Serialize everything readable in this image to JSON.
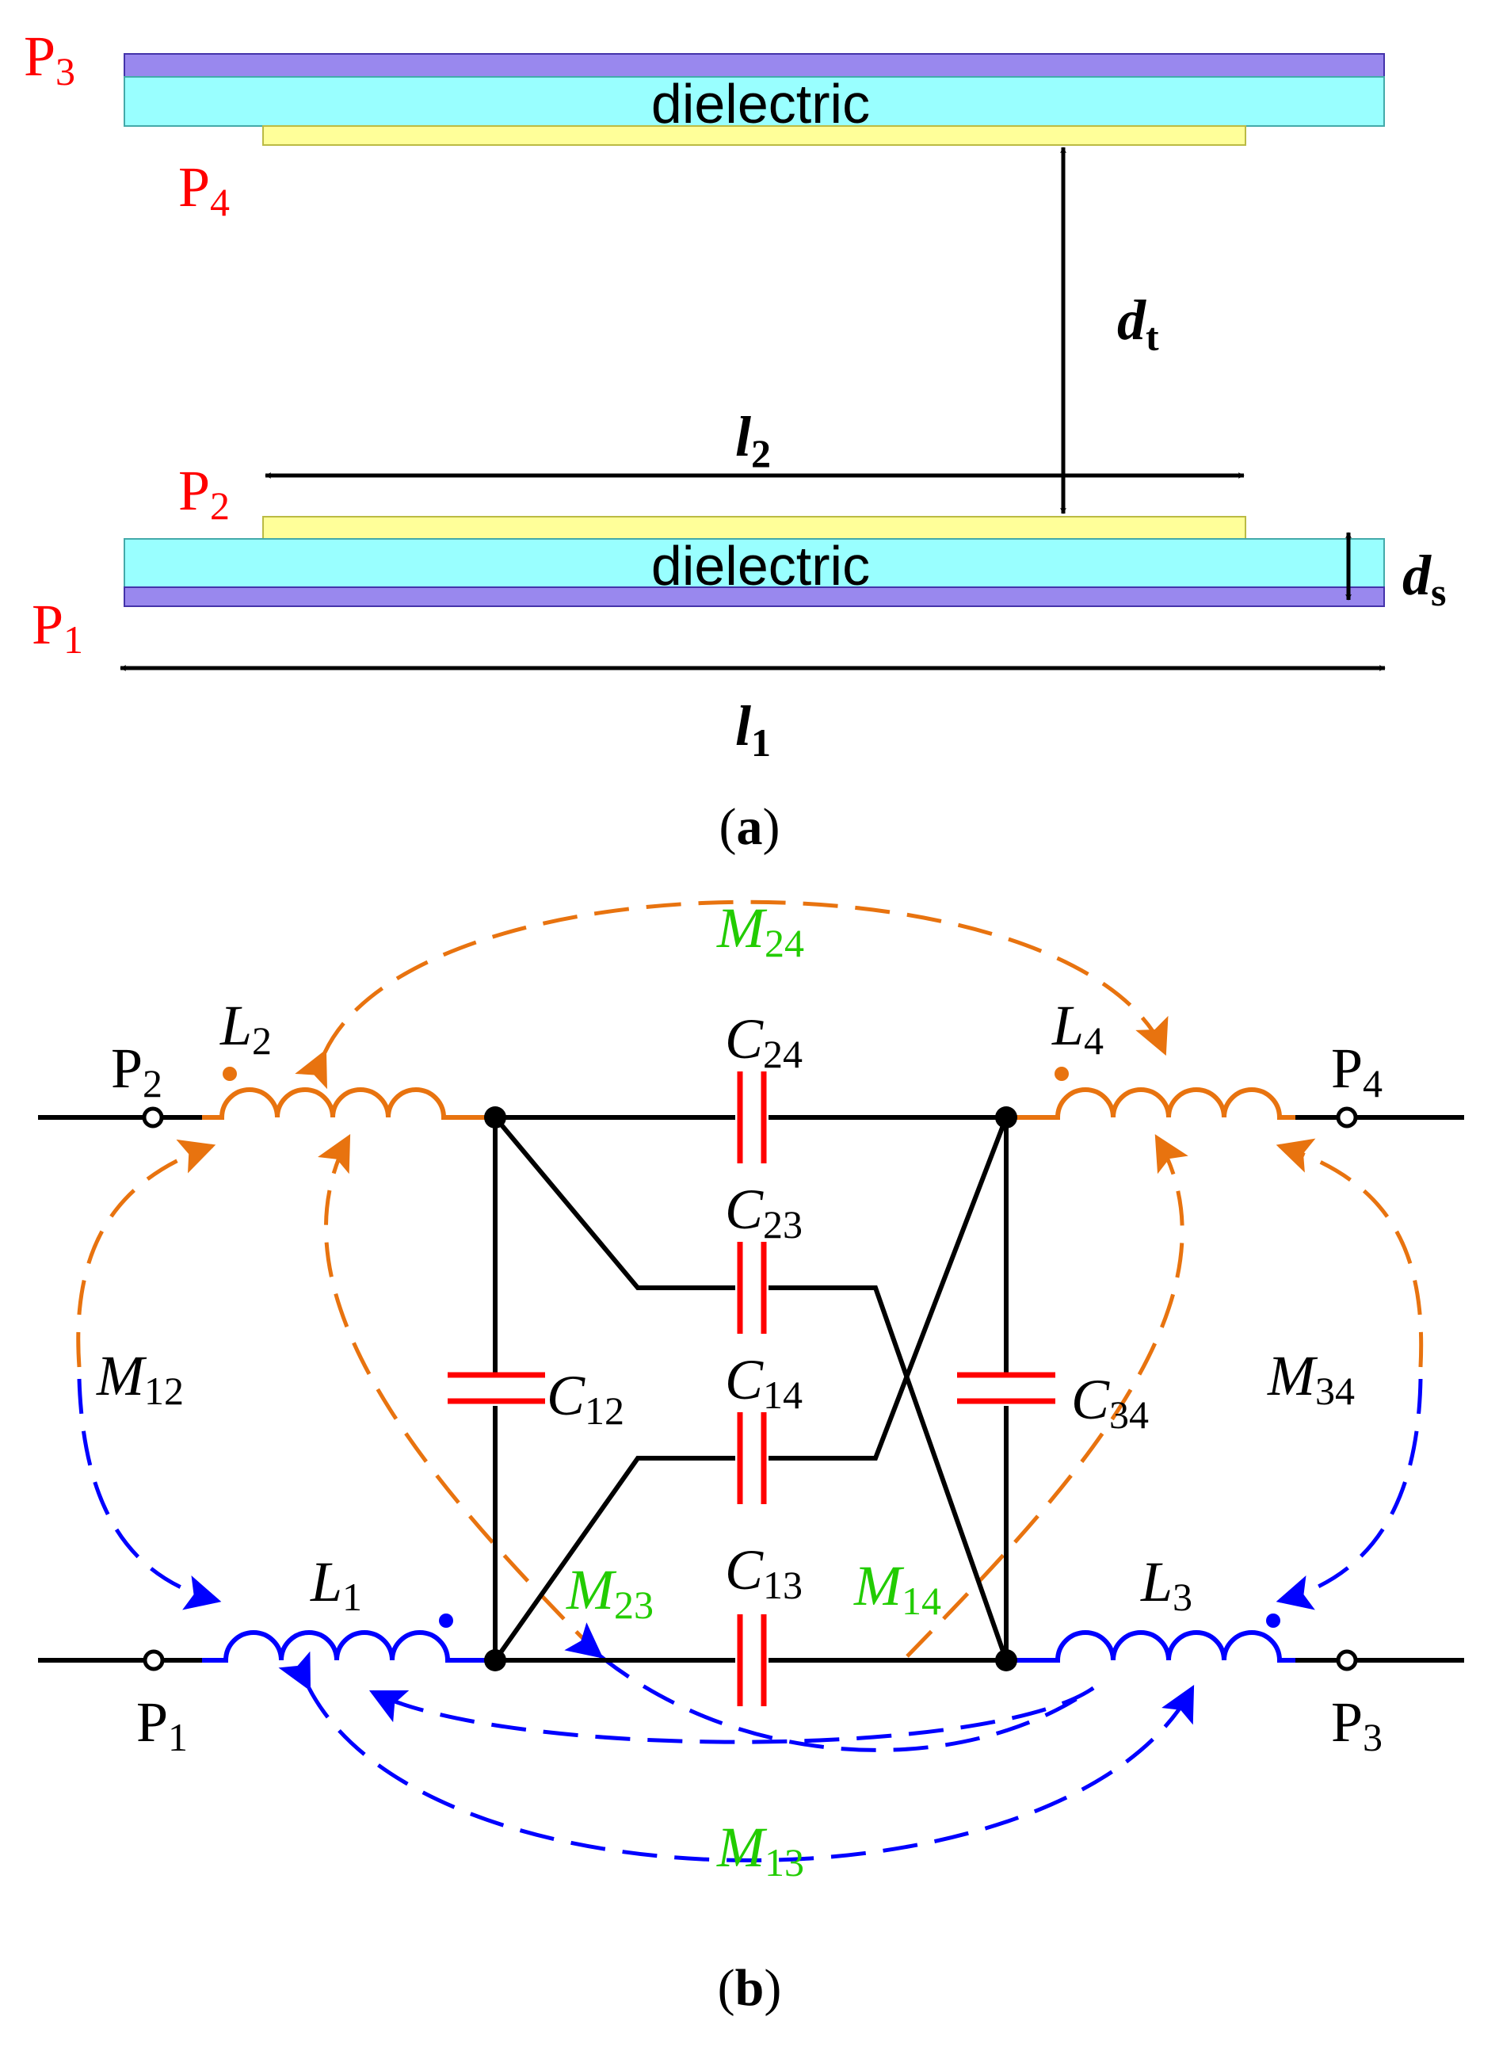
{
  "colors": {
    "port_top": "#ff0000",
    "metal_top": "#9988ee",
    "dielectric": "#99ffff",
    "metal_inner": "#ffff99",
    "wire": "#000000",
    "cap": "#ff0000",
    "orange": "#e8730f",
    "blue": "#0000ff",
    "green": "#22cc00"
  },
  "panel_a": {
    "dielectric_label": "dielectric",
    "ports": {
      "p3": {
        "main": "P",
        "sub": "3"
      },
      "p4": {
        "main": "P",
        "sub": "4"
      },
      "p2": {
        "main": "P",
        "sub": "2"
      },
      "p1": {
        "main": "P",
        "sub": "1"
      }
    },
    "dim_dt": {
      "main": "d",
      "sub": "t"
    },
    "dim_ds": {
      "main": "d",
      "sub": "s"
    },
    "dim_l1": {
      "main": "l",
      "sub": "1"
    },
    "dim_l2": {
      "main": "l",
      "sub": "2"
    },
    "caption": {
      "open": "(",
      "letter": "a",
      "close": ")"
    }
  },
  "panel_b": {
    "ports": {
      "p1": {
        "main": "P",
        "sub": "1"
      },
      "p2": {
        "main": "P",
        "sub": "2"
      },
      "p3": {
        "main": "P",
        "sub": "3"
      },
      "p4": {
        "main": "P",
        "sub": "4"
      }
    },
    "inductors": {
      "l1": {
        "main": "L",
        "sub": "1"
      },
      "l2": {
        "main": "L",
        "sub": "2"
      },
      "l3": {
        "main": "L",
        "sub": "3"
      },
      "l4": {
        "main": "L",
        "sub": "4"
      }
    },
    "capacitors": {
      "c24": {
        "main": "C",
        "sub": "24"
      },
      "c23": {
        "main": "C",
        "sub": "23"
      },
      "c14": {
        "main": "C",
        "sub": "14"
      },
      "c13": {
        "main": "C",
        "sub": "13"
      },
      "c12": {
        "main": "C",
        "sub": "12"
      },
      "c34": {
        "main": "C",
        "sub": "34"
      }
    },
    "mutuals": {
      "m24": {
        "main": "M",
        "sub": "24"
      },
      "m12": {
        "main": "M",
        "sub": "12"
      },
      "m34": {
        "main": "M",
        "sub": "34"
      },
      "m23": {
        "main": "M",
        "sub": "23"
      },
      "m14": {
        "main": "M",
        "sub": "14"
      },
      "m13": {
        "main": "M",
        "sub": "13"
      }
    },
    "caption": {
      "open": "(",
      "letter": "b",
      "close": ")"
    }
  }
}
